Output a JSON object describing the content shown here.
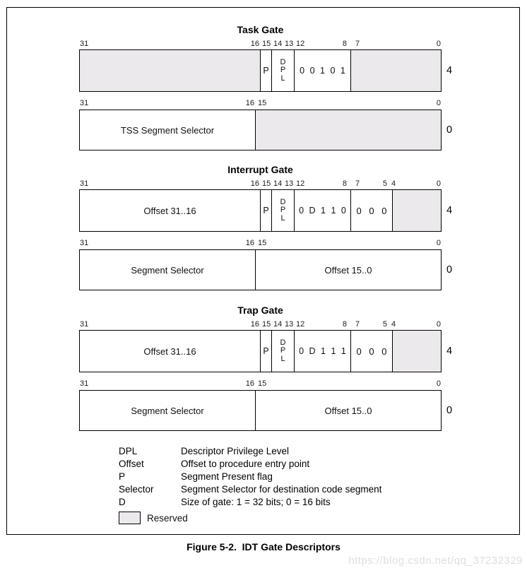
{
  "figure": {
    "caption": "Figure 5-2.  IDT Gate Descriptors",
    "watermark": "https://blog.csdn.net/qq_37232329"
  },
  "colors": {
    "reserved_fill": "#ece9ec",
    "border": "#000000",
    "watermark_text": "#dedee2"
  },
  "gates": [
    {
      "title": "Task Gate",
      "row1": {
        "ticks": {
          "b31": "31",
          "b16": "16",
          "b15": "15",
          "b14": "14",
          "b13": "13",
          "b12": "12",
          "b8": "8",
          "b7": "7",
          "b0": "0"
        },
        "p_label": "P",
        "dpl": {
          "d": "D",
          "p": "P",
          "l": "L"
        },
        "type_bits": "0 0 1 0 1",
        "byte_offset": "4"
      },
      "row2": {
        "ticks": {
          "b31": "31",
          "b16": "16",
          "b15": "15",
          "b0": "0"
        },
        "left_label": "TSS Segment Selector",
        "byte_offset": "0"
      }
    },
    {
      "title": "Interrupt Gate",
      "row1": {
        "ticks": {
          "b31": "31",
          "b16": "16",
          "b15": "15",
          "b14": "14",
          "b13": "13",
          "b12": "12",
          "b8": "8",
          "b7": "7",
          "b5": "5",
          "b4": "4",
          "b0": "0"
        },
        "offset_label": "Offset 31..16",
        "p_label": "P",
        "dpl": {
          "d": "D",
          "p": "P",
          "l": "L"
        },
        "type_bits": "0 D 1 1 0",
        "zero_bits": "0 0 0",
        "byte_offset": "4"
      },
      "row2": {
        "ticks": {
          "b31": "31",
          "b16": "16",
          "b15": "15",
          "b0": "0"
        },
        "left_label": "Segment Selector",
        "right_label": "Offset 15..0",
        "byte_offset": "0"
      }
    },
    {
      "title": "Trap Gate",
      "row1": {
        "ticks": {
          "b31": "31",
          "b16": "16",
          "b15": "15",
          "b14": "14",
          "b13": "13",
          "b12": "12",
          "b8": "8",
          "b7": "7",
          "b5": "5",
          "b4": "4",
          "b0": "0"
        },
        "offset_label": "Offset 31..16",
        "p_label": "P",
        "dpl": {
          "d": "D",
          "p": "P",
          "l": "L"
        },
        "type_bits": "0 D 1 1 1",
        "zero_bits": "0 0 0",
        "byte_offset": "4"
      },
      "row2": {
        "ticks": {
          "b31": "31",
          "b16": "16",
          "b15": "15",
          "b0": "0"
        },
        "left_label": "Segment Selector",
        "right_label": "Offset 15..0",
        "byte_offset": "0"
      }
    }
  ],
  "legend": {
    "entries": [
      {
        "term": "DPL",
        "definition": "Descriptor Privilege Level"
      },
      {
        "term": "Offset",
        "definition": "Offset to procedure entry point"
      },
      {
        "term": "P",
        "definition": "Segment Present flag"
      },
      {
        "term": "Selector",
        "definition": "Segment Selector for destination code segment"
      },
      {
        "term": "D",
        "definition": "Size of gate: 1 = 32 bits; 0 = 16 bits"
      }
    ],
    "reserved_label": "Reserved"
  }
}
